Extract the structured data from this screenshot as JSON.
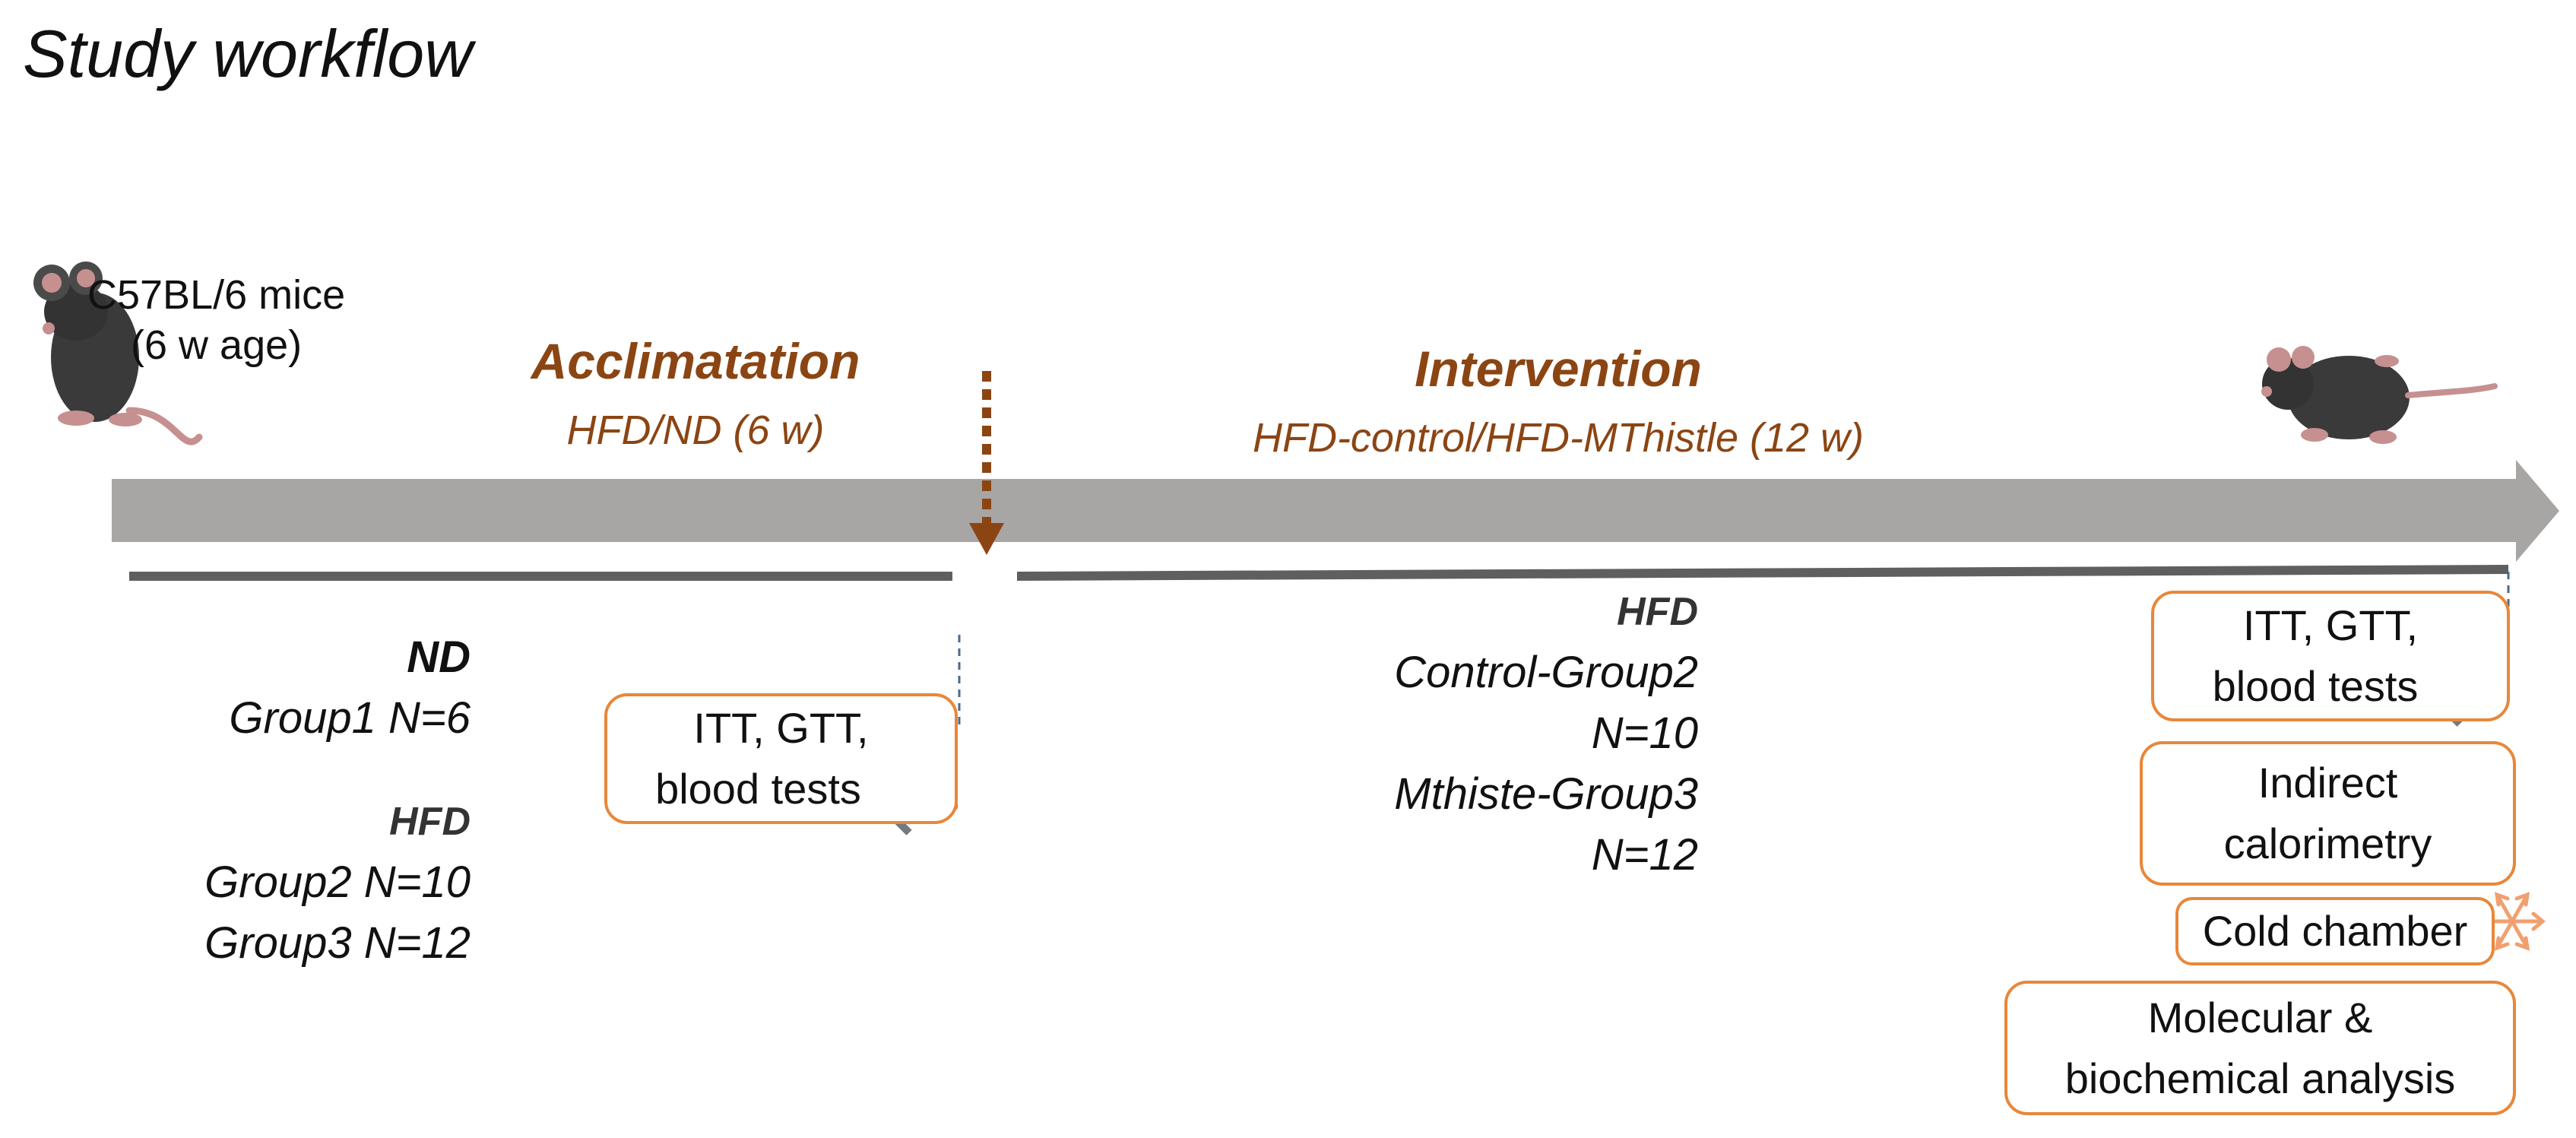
{
  "title": "Study workflow",
  "start": {
    "line1": "C57BL/6 mice",
    "line2": "(6 w age)"
  },
  "phases": {
    "acclimatation": {
      "title": "Acclimatation",
      "subtitle": "HFD/ND (6 w)"
    },
    "intervention": {
      "title": "Intervention",
      "subtitle": "HFD-control/HFD-MThistle (12 w)"
    }
  },
  "left_groups": {
    "nd_head": "ND",
    "nd_group1": "Group1 N=6",
    "hfd_head": "HFD",
    "hfd_group2": "Group2 N=10",
    "hfd_group3": "Group3 N=12"
  },
  "middle_groups": {
    "hfd_head": "HFD",
    "control_name": "Control-Group2",
    "control_n": "N=10",
    "mthistle_name": "Mthiste-Group3",
    "mthistle_n": "N=12"
  },
  "boxes": {
    "tests_mid": {
      "line1": "ITT, GTT,",
      "line2": "blood tests"
    },
    "tests_end": {
      "line1": "ITT, GTT,",
      "line2": "blood tests"
    },
    "calorimetry": {
      "line1": "Indirect",
      "line2": "calorimetry"
    },
    "cold": {
      "line1": "Cold chamber"
    },
    "analysis": {
      "line1": "Molecular &",
      "line2": "biochemical analysis"
    }
  },
  "icons": {
    "start": "mouse-sitting-icon",
    "end": "mouse-fat-icon",
    "syringe": "syringe-icon",
    "cold": "snowflake-icon"
  },
  "colors": {
    "phase_text": "#8b4513",
    "timeline_arrow": "#a8a5a5",
    "timeline_bar": "#5f5f5f",
    "box_border": "#e8873a",
    "divider_arrow": "#8b4513",
    "snowflake": "#f0a070"
  }
}
